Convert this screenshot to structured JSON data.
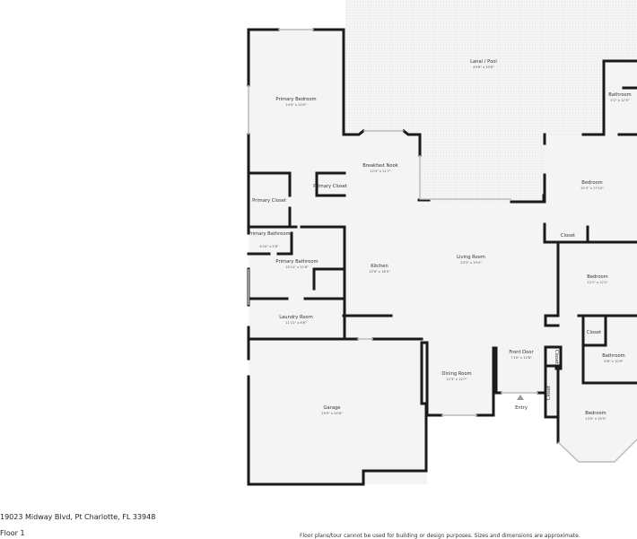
{
  "rooms": {
    "lanai": {
      "name": "Lanai / Pool",
      "dim": "49'6\" x 33'6\""
    },
    "primary_bedroom": {
      "name": "Primary Bedroom",
      "dim": "14'0\" x 24'0\""
    },
    "bathroom_ne": {
      "name": "Bathroom",
      "dim": "5'2\" x 12'5\""
    },
    "breakfast_nook": {
      "name": "Breakfast Nook",
      "dim": "12'4\" x 11'7\""
    },
    "bedroom_ne": {
      "name": "Bedroom",
      "dim": "15'3\" x 17'10\""
    },
    "primary_closet": {
      "name": "Primary Closet"
    },
    "primary_closet_small": {
      "name": "Primary Closet"
    },
    "closet_ne": {
      "name": "Closet"
    },
    "primary_bathroom_small": {
      "name": "Primary Bathroom",
      "dim": "6'10\" x 5'8\""
    },
    "primary_bathroom": {
      "name": "Primary Bathroom",
      "dim": "15'11\" x 11'6\""
    },
    "kitchen": {
      "name": "Kitchen",
      "dim": "12'6\" x 18'5\""
    },
    "living_room": {
      "name": "Living Room",
      "dim": "23'3\" x 19'4\""
    },
    "bedroom_e": {
      "name": "Bedroom",
      "dim": "12'1\" x 12'1\""
    },
    "laundry": {
      "name": "Laundry Room",
      "dim": "11'11\" x 6'6\""
    },
    "closet_e": {
      "name": "Closet"
    },
    "front_door": {
      "name": "Front Door",
      "dim": "7'10\" x 12'6\""
    },
    "closet_entry1": {
      "name": "Closet"
    },
    "bathroom_e": {
      "name": "Bathroom",
      "dim": "8'8\" x 10'9\""
    },
    "dining_room": {
      "name": "Dining Room",
      "dim": "12'3\" x 12'7\""
    },
    "closet_entry2": {
      "name": "Closet"
    },
    "entry": {
      "name": "Entry"
    },
    "garage": {
      "name": "Garage",
      "dim": "29'9\" x 24'6\""
    },
    "bedroom_se": {
      "name": "Bedroom",
      "dim": "13'0\" x 15'5\""
    }
  },
  "footer": {
    "address": "19023 Midway Blvd, Pt Charlotte, FL 33948",
    "floor": "Floor 1",
    "disclaimer": "Floor plans/tour cannot be used for building or design purposes. Sizes and dimensions are approximate."
  },
  "colors": {
    "wall": "#1a1a1a",
    "floor": "#f4f4f4",
    "lanai": "#f0f0f0"
  }
}
